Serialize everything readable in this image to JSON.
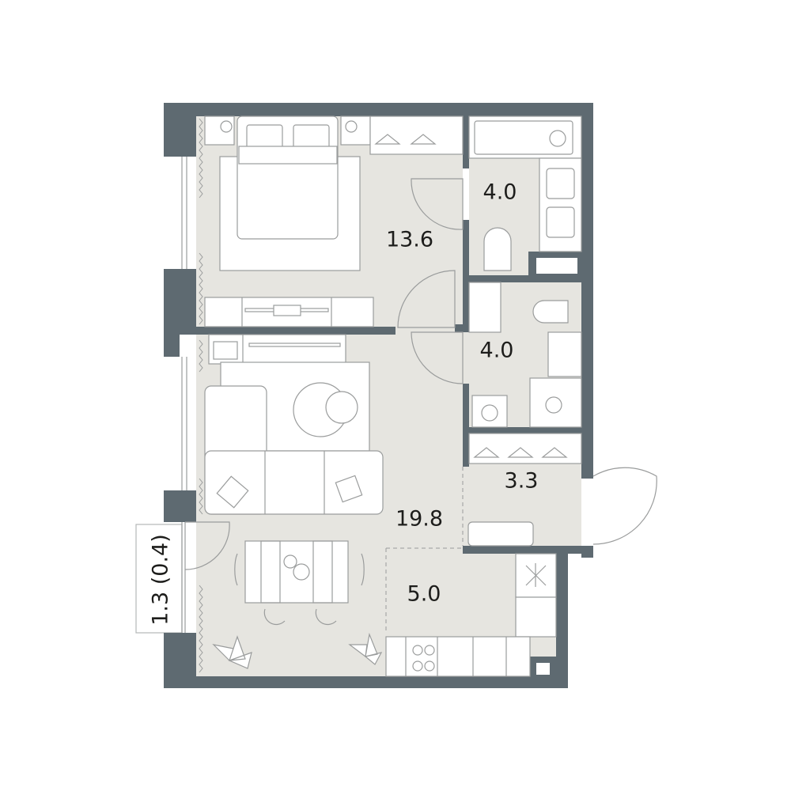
{
  "plan": {
    "rooms": [
      {
        "name": "bedroom",
        "area": "13.6"
      },
      {
        "name": "bathroom",
        "area": "4.0"
      },
      {
        "name": "bathroom-2",
        "area": "4.0"
      },
      {
        "name": "hallway",
        "area": "3.3"
      },
      {
        "name": "living-room",
        "area": "19.8"
      },
      {
        "name": "kitchen",
        "area": "5.0"
      },
      {
        "name": "balcony",
        "area": "1.3 (0.4)"
      }
    ],
    "colors": {
      "wall": "#5e6a71",
      "floor": "#e6e5e0",
      "furniture": "#ffffff",
      "text": "#1d1d1b"
    }
  }
}
